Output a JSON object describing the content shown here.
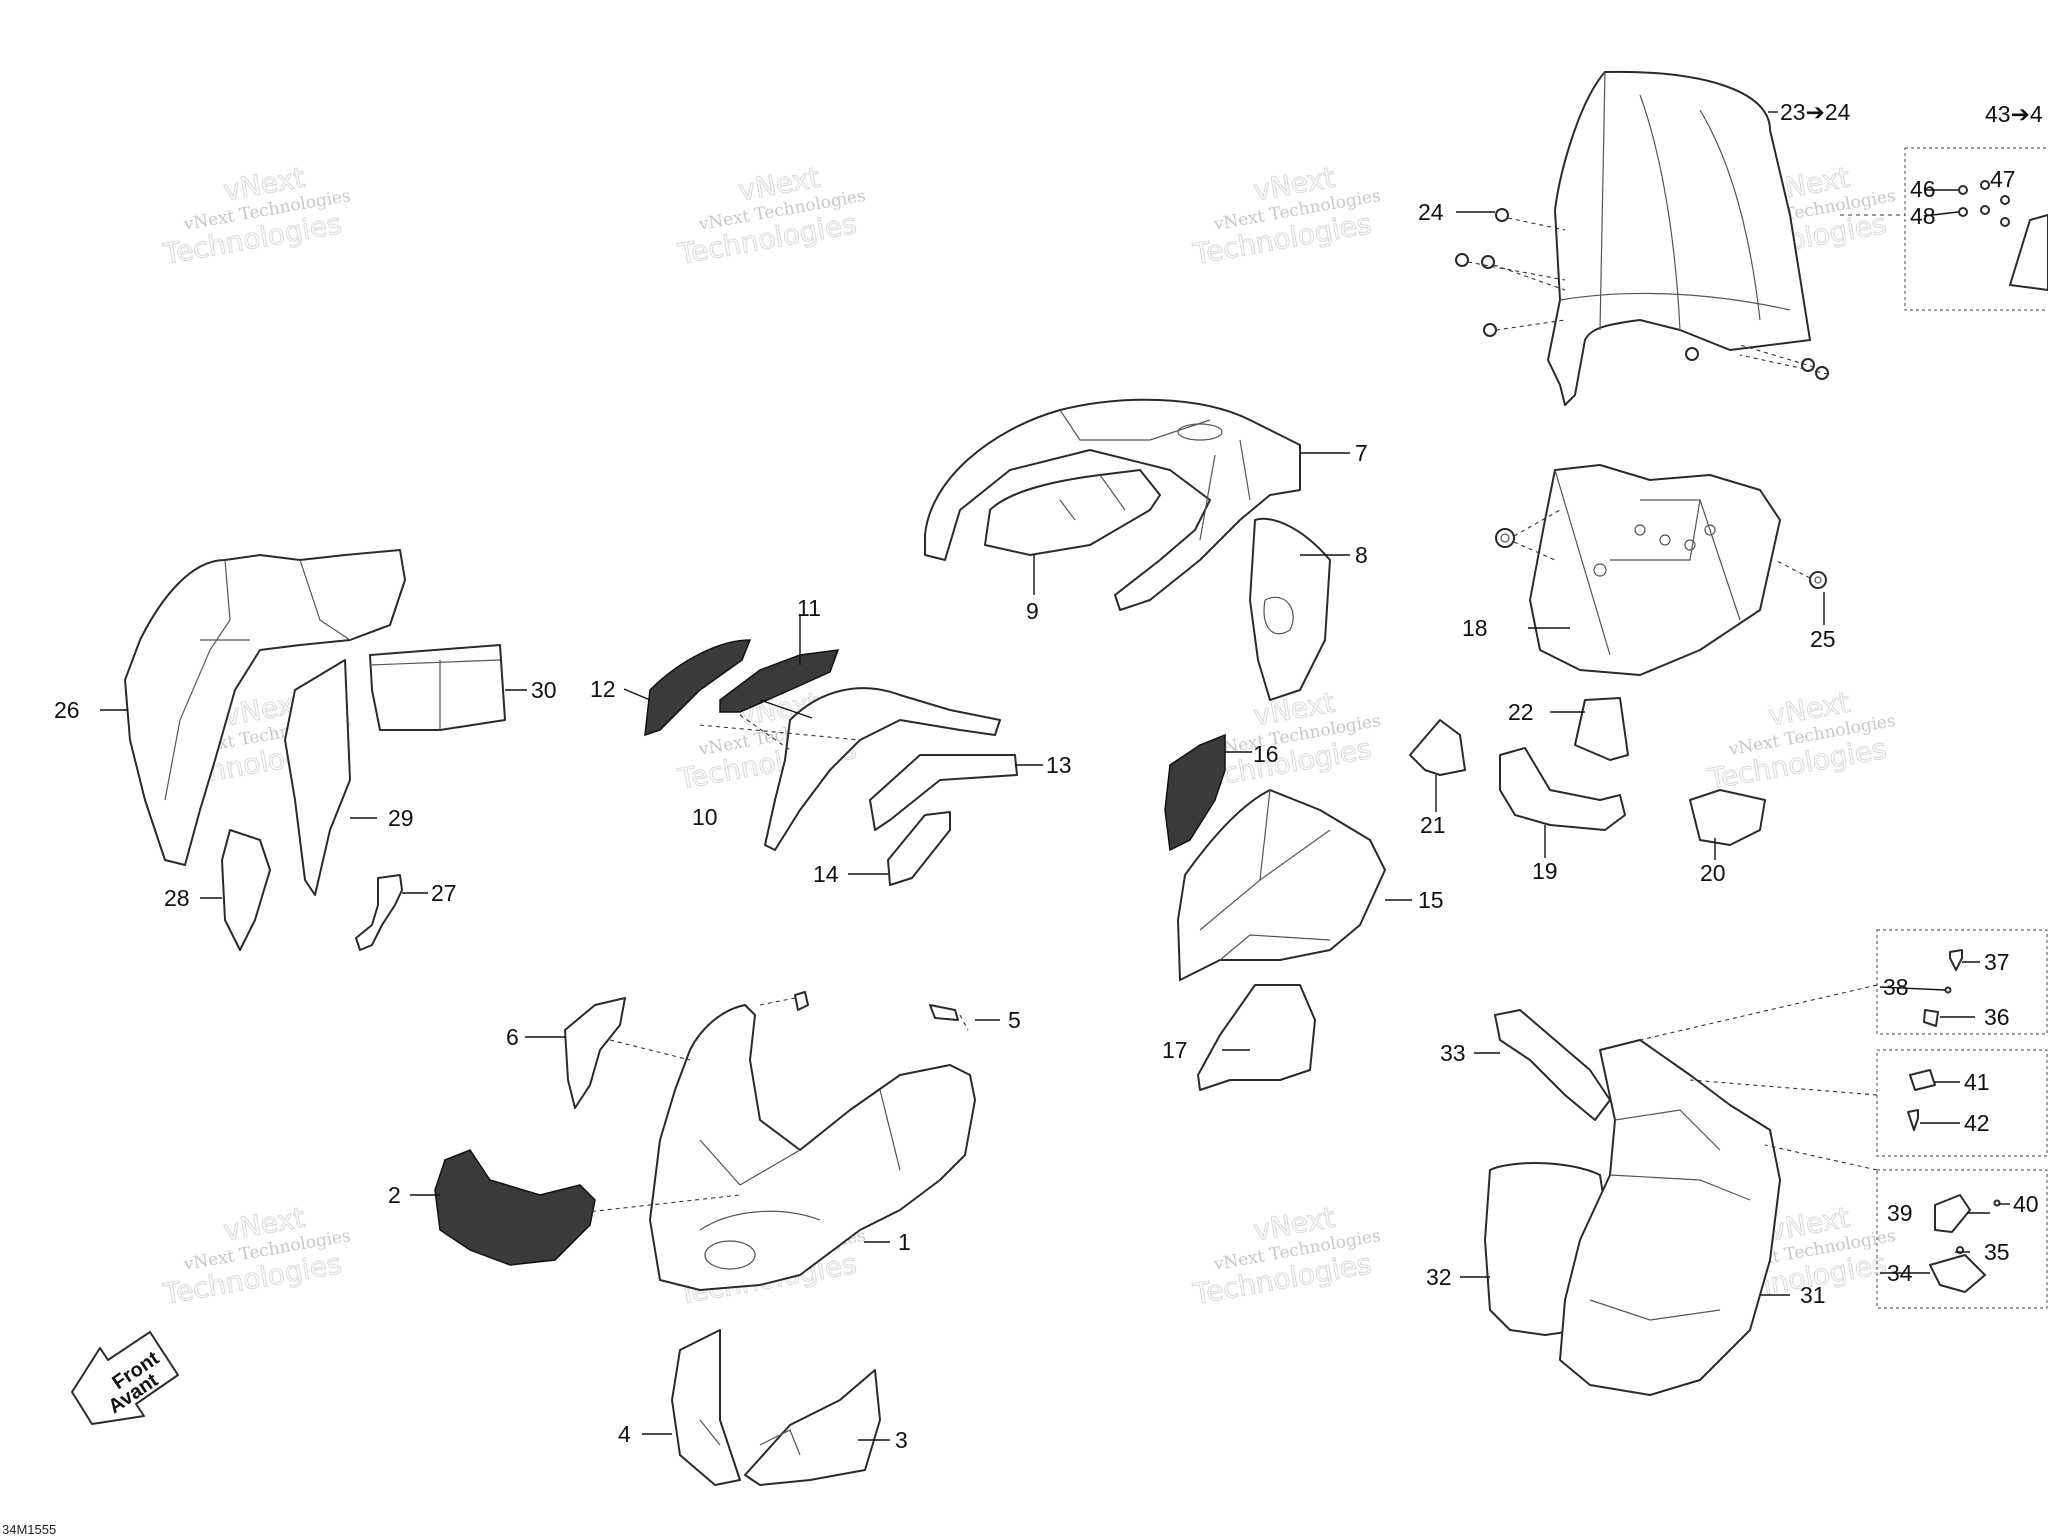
{
  "diagram": {
    "drawing_code": "34M1555",
    "front_label": "Front",
    "front_label_fr": "Avant",
    "watermark_line1": "vNext Technologies",
    "watermark_line2": "vNext",
    "watermark_line3": "Technologies",
    "callouts": {
      "c1": "1",
      "c2": "2",
      "c3": "3",
      "c4": "4",
      "c5": "5",
      "c6": "6",
      "c7": "7",
      "c8": "8",
      "c9": "9",
      "c10": "10",
      "c11": "11",
      "c12": "12",
      "c13": "13",
      "c14": "14",
      "c15": "15",
      "c16": "16",
      "c17": "17",
      "c18": "18",
      "c19": "19",
      "c20": "20",
      "c21": "21",
      "c22": "22",
      "c23": "23➔24",
      "c24": "24",
      "c25": "25",
      "c26": "26",
      "c27": "27",
      "c28": "28",
      "c29": "29",
      "c30": "30",
      "c31": "31",
      "c32": "32",
      "c33": "33",
      "c34": "34",
      "c35": "35",
      "c36": "36",
      "c37": "37",
      "c38": "38",
      "c39": "39",
      "c40": "40",
      "c41": "41",
      "c42": "42",
      "c43": "43➔4",
      "c46": "46",
      "c47": "47",
      "c48": "48"
    }
  }
}
